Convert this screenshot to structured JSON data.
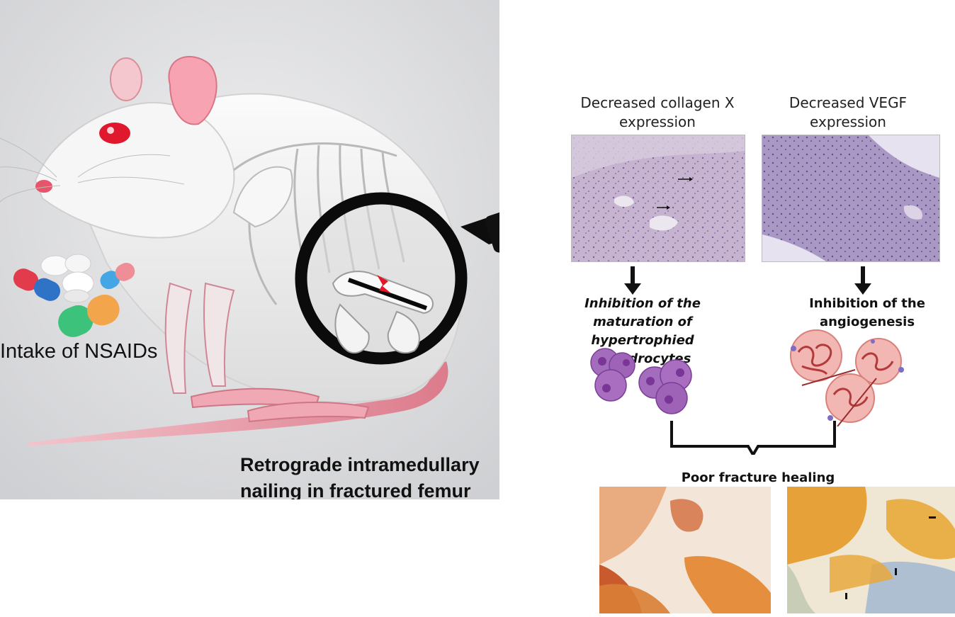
{
  "panel_left": {
    "nsaid_label": "Intake of NSAIDs",
    "nailing_label": "Retrograde intramedullary nailing in fractured femur"
  },
  "collagen_branch": {
    "header": "Decreased collagen X expression",
    "effect": "Inhibition of  the maturation of hypertrophied chondrocytes"
  },
  "vegf_branch": {
    "header": "Decreased VEGF expression",
    "effect": "Inhibition of  the angiogenesis"
  },
  "outcome": {
    "label": "Poor fracture healing"
  },
  "colors": {
    "background_panel": "#d9dadc",
    "rat_fur": "#f1f1f1",
    "rat_pink": "#e07080",
    "lens_ring": "#0b0b0b",
    "he_purple": "#b9a3c6",
    "cell_purple": "#a16ab7",
    "vessel_red": "#c0504d",
    "stain_orange": "#e39a3d"
  },
  "icons": [
    "pill-capsule-icon",
    "magnifier-icon",
    "down-arrow-icon",
    "bracket-icon",
    "cell-icon",
    "vessel-icon"
  ]
}
